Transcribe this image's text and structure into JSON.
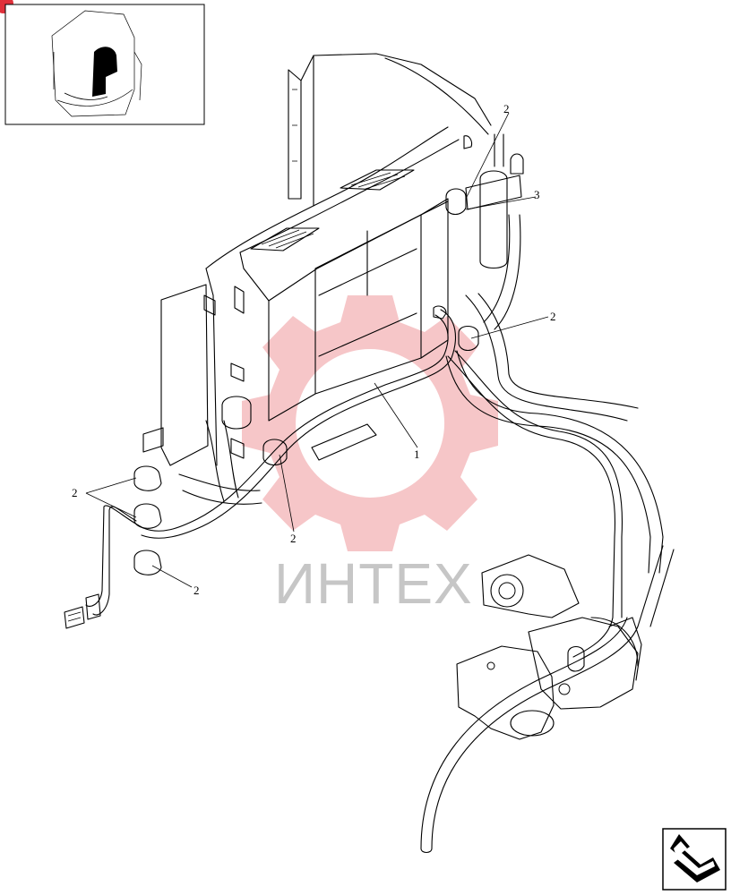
{
  "watermark": {
    "text": "ИНТЕХ",
    "color": "#e0313b"
  },
  "callouts": [
    {
      "id": "part-1",
      "label": "1"
    },
    {
      "id": "part-2-top",
      "label": "2"
    },
    {
      "id": "part-3",
      "label": "3"
    },
    {
      "id": "part-2-right",
      "label": "2"
    },
    {
      "id": "part-2-left",
      "label": "2"
    },
    {
      "id": "part-2-mid",
      "label": "2"
    },
    {
      "id": "part-2-lower",
      "label": "2"
    }
  ],
  "thumbnail": {
    "icon": "machine-cab-locator"
  },
  "nav": {
    "icon": "next-page-arrow-icon"
  }
}
